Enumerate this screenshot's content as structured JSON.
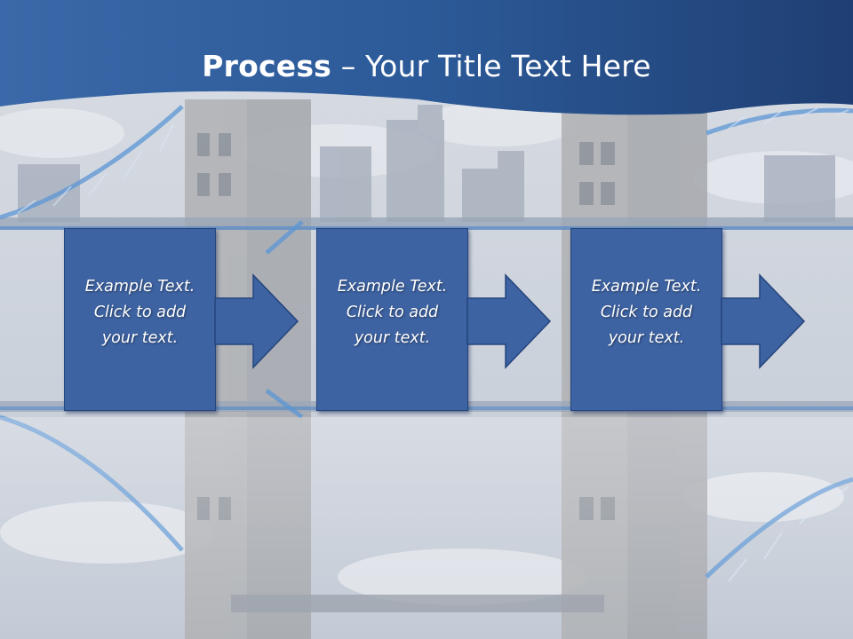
{
  "slide": {
    "title_bold": "Process",
    "title_rest": " – Your Title Text Here",
    "steps": [
      {
        "text": "Example Text.\nClick  to add\nyour text."
      },
      {
        "text": "Example Text.\nClick  to add\nyour text."
      },
      {
        "text": "Example Text.\nClick  to add\nyour text."
      }
    ]
  },
  "colors": {
    "header_band": "#2d5a9a",
    "box_fill": "#3e63a2",
    "box_border": "#24447c",
    "text": "#ffffff"
  }
}
